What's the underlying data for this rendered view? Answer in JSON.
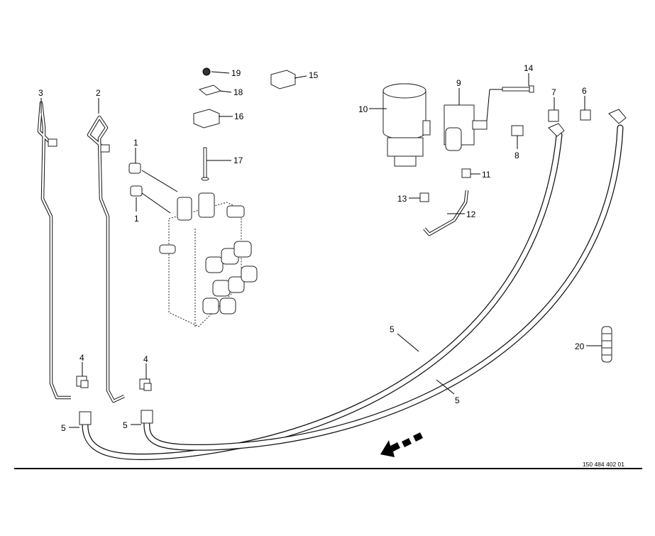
{
  "diagram": {
    "reference_number": "150 484 402 01",
    "callouts": {
      "c19": "19",
      "c18": "18",
      "c15": "15",
      "c16": "16",
      "c17": "17",
      "c1a": "1",
      "c1b": "1",
      "c2": "2",
      "c3": "3",
      "c4a": "4",
      "c4b": "4",
      "c5a": "5",
      "c5b": "5",
      "c5c": "5",
      "c5d": "5",
      "c6": "6",
      "c7": "7",
      "c8": "8",
      "c9": "9",
      "c10": "10",
      "c11": "11",
      "c12": "12",
      "c13": "13",
      "c14": "14",
      "c20": "20"
    }
  }
}
